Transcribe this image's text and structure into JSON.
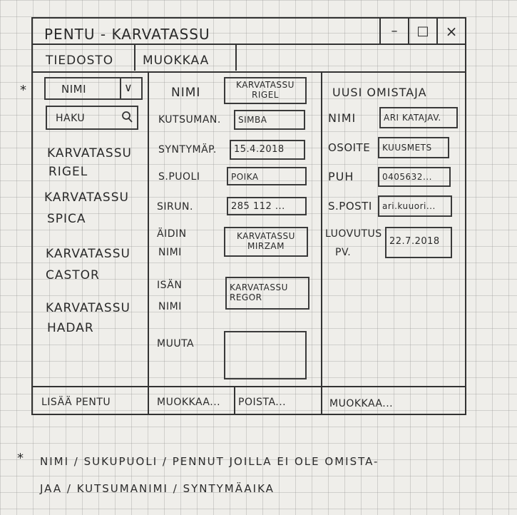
{
  "window": {
    "title": "PENTU - KARVATASSU",
    "minimize_glyph": "–",
    "maximize_glyph": "□",
    "close_glyph": "×"
  },
  "menu": {
    "items": [
      "TIEDOSTO",
      "MUOKKAA"
    ]
  },
  "left_panel": {
    "sort_marker": "*",
    "sort_select": "NIMI",
    "search_placeholder": "HAKU",
    "puppies": [
      {
        "line1": "KARVATASSU",
        "line2": "RIGEL"
      },
      {
        "line1": "KARVATASSU",
        "line2": "SPICA"
      },
      {
        "line1": "KARVATASSU",
        "line2": "CASTOR"
      },
      {
        "line1": "KARVATASSU",
        "line2": "HADAR"
      }
    ]
  },
  "details": {
    "name_label": "NIMI",
    "name_value_1": "KARVATASSU",
    "name_value_2": "RIGEL",
    "callname_label": "KUTSUMAN.",
    "callname_value": "SIMBA",
    "birth_label": "SYNTYMÄP.",
    "birth_value": "15.4.2018",
    "sex_label": "S.PUOLI",
    "sex_value": "POIKA",
    "chip_label": "SIRUN.",
    "chip_value": "285 112 ...",
    "mother_label_1": "ÄIDIN",
    "mother_label_2": "NIMI",
    "mother_value_1": "KARVATASSU",
    "mother_value_2": "MIRZAM",
    "father_label_1": "ISÄN",
    "father_label_2": "NIMI",
    "father_value_1": "KARVATASSU",
    "father_value_2": "REGOR",
    "other_label": "MUUTA",
    "other_value": ""
  },
  "owner": {
    "header": "UUSI OMISTAJA",
    "name_label": "NIMI",
    "name_value": "ARI KATAJAV.",
    "address_label": "OSOITE",
    "address_value": "KUUSMETS",
    "phone_label": "PUH",
    "phone_value": "0405632...",
    "email_label": "S.POSTI",
    "email_value": "ari.kuuori...",
    "handover_label_1": "LUOVUTUS",
    "handover_label_2": "PV.",
    "handover_value": "22.7.2018"
  },
  "bottom_bar": {
    "add_puppy": "LISÄÄ PENTU",
    "edit": "MUOKKAA...",
    "delete": "POISTA...",
    "edit_owner": "MUOKKAA..."
  },
  "footnote": {
    "marker": "*",
    "line1": "NIMI / SUKUPUOLI / PENNUT JOILLA EI OLE OMISTA-",
    "line2": "JAA / KUTSUMANIMI / SYNTYMÄAIKA"
  }
}
